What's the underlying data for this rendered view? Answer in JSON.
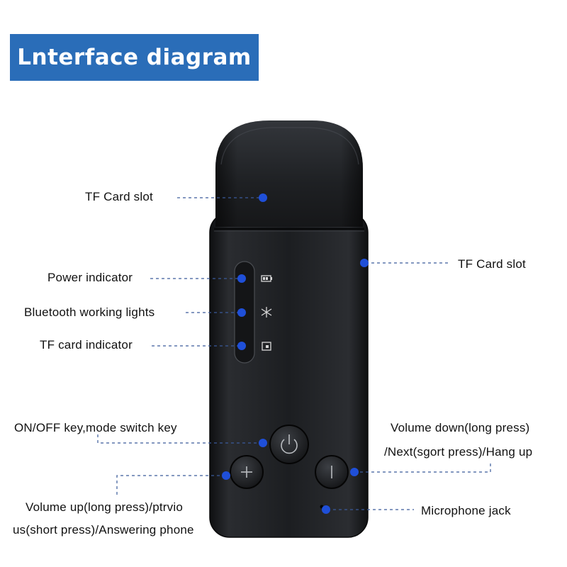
{
  "header": {
    "title": "Lnterface diagram"
  },
  "callouts": {
    "tf_slot_left": "TF Card slot",
    "tf_slot_right": "TF Card slot",
    "power_indicator": "Power indicator",
    "bluetooth_lights": "Bluetooth working lights",
    "tf_indicator": "TF card indicator",
    "onoff_key": "ON/OFF key,mode switch key",
    "volume_down_line1": "Volume down(long press)",
    "volume_down_line2": "/Next(sgort press)/Hang up",
    "volume_up_line1": "Volume up(long press)/ptrvio",
    "volume_up_line2": "us(short press)/Answering phone",
    "microphone": "Microphone jack"
  },
  "icons": {
    "battery": "battery-icon",
    "bluetooth": "bluetooth-icon",
    "tf_card": "tf-card-icon",
    "power": "power-icon",
    "plus": "plus-icon",
    "minus": "minus-icon"
  },
  "colors": {
    "banner": "#2a6db8",
    "marker": "#1f4fd8",
    "leader": "#3a5a9a",
    "device": "#1b1d20"
  }
}
